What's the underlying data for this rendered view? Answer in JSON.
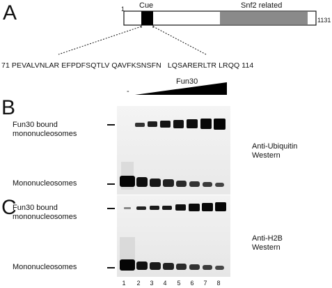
{
  "panels": {
    "a": "A",
    "b": "B",
    "c": "C"
  },
  "domain_map": {
    "start": "1",
    "end": "1131",
    "cue_label": "Cue",
    "snf2_label": "Snf2 related",
    "colors": {
      "cue": "#000000",
      "snf2": "#8a8a8a",
      "bar": "#ffffff",
      "outline": "#111111"
    }
  },
  "sequence": {
    "start": "71",
    "groups": [
      "PEVALVNLAR",
      "EFPDFSQTLV",
      "QAVFKSNSFN",
      "LQSARERLTR",
      "LRQQ"
    ],
    "end": "114"
  },
  "gel": {
    "titration_label": "Fun30",
    "minus_label": "-",
    "blot_b": {
      "top_band_label": "Fun30 bound\nmononucleosomes",
      "bottom_band_label": "Mononucleosomes",
      "antibody": "Anti-Ubiquitin\nWestern"
    },
    "blot_c": {
      "top_band_label": "Fun30 bound\nmononucleosomes",
      "bottom_band_label": "Mononucleosomes",
      "antibody": "Anti-H2B\nWestern"
    },
    "lanes": [
      "1",
      "2",
      "3",
      "4",
      "5",
      "6",
      "7",
      "8"
    ]
  }
}
